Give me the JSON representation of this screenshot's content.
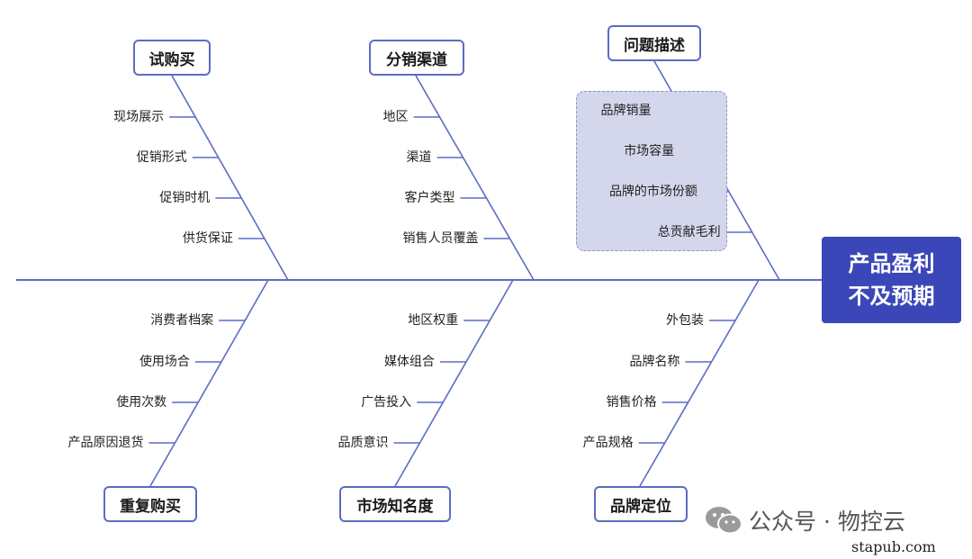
{
  "head": {
    "line1": "产品盈利",
    "line2": "不及预期"
  },
  "categories": [
    {
      "title": "试购买",
      "causes": [
        "现场展示",
        "促销形式",
        "促销时机",
        "供货保证"
      ]
    },
    {
      "title": "分销渠道",
      "causes": [
        "地区",
        "渠道",
        "客户类型",
        "销售人员覆盖"
      ]
    },
    {
      "title": "问题描述",
      "causes": [
        "品牌销量",
        "市场容量",
        "品牌的市场份额",
        "总贡献毛利"
      ]
    },
    {
      "title": "重复购买",
      "causes": [
        "消费者档案",
        "使用场合",
        "使用次数",
        "产品原因退货"
      ]
    },
    {
      "title": "市场知名度",
      "causes": [
        "地区权重",
        "媒体组合",
        "广告投入",
        "品质意识"
      ]
    },
    {
      "title": "品牌定位",
      "causes": [
        "外包装",
        "品牌名称",
        "销售价格",
        "产品规格"
      ]
    }
  ],
  "watermark": {
    "brand": "公众号 · 物控云",
    "site": "stapub.com"
  },
  "colors": {
    "line": "#5b6cc4",
    "head": "#3b47b8",
    "highlight": "#d4d7ec"
  }
}
